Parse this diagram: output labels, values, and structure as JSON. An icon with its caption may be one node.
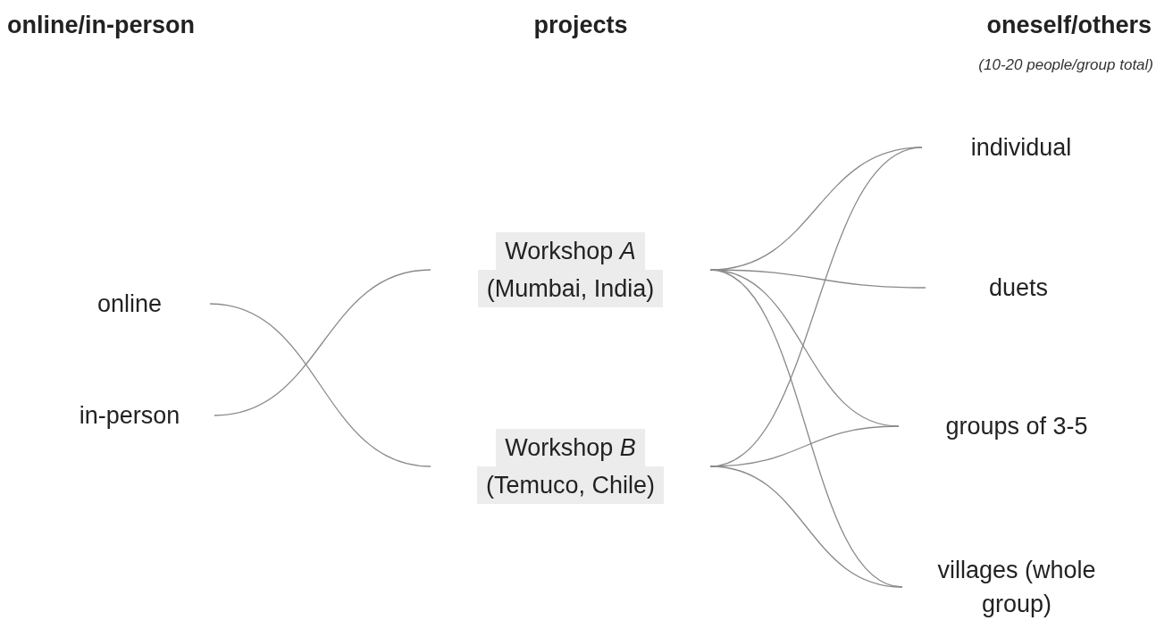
{
  "diagram": {
    "nodes": [
      {
        "text": [
          "online"
        ]
      },
      {
        "text": [
          "in-person"
        ]
      },
      {
        "text": [
          "Workshop *A*",
          "(Mumbai, India)"
        ]
      },
      {
        "text": [
          "Workshop *B*",
          "(Temuco, Chile)"
        ]
      },
      {
        "text": [
          "individual"
        ]
      },
      {
        "text": [
          "duets"
        ]
      },
      {
        "text": [
          "groups of 3-5"
        ]
      },
      {
        "text": [
          "villages (whole group)"
        ]
      }
    ],
    "edges": [
      {
        "from": 0,
        "to": 3,
        "arrow": "none"
      },
      {
        "from": 1,
        "to": 2,
        "arrow": "none"
      },
      {
        "from": 2,
        "to": 4,
        "arrow": "none"
      },
      {
        "from": 2,
        "to": 5,
        "arrow": "none"
      },
      {
        "from": 2,
        "to": 6,
        "arrow": "none"
      },
      {
        "from": 2,
        "to": 7,
        "arrow": "none"
      },
      {
        "from": 3,
        "to": 4,
        "arrow": "none"
      },
      {
        "from": 3,
        "to": 6,
        "arrow": "none"
      },
      {
        "from": 3,
        "to": 7,
        "arrow": "none"
      }
    ],
    "labels": [
      "online/in-person",
      "projects",
      "oneself/others",
      "(10-20 people/group total)"
    ]
  }
}
